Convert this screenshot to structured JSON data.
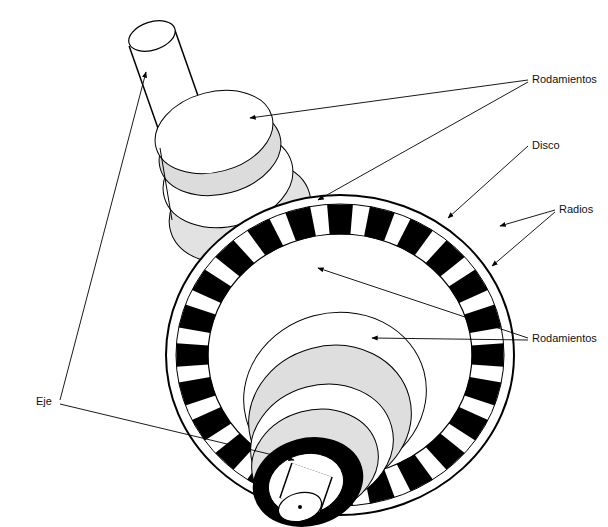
{
  "diagram": {
    "labels": [
      "Rodamientos",
      "Disco",
      "Radios",
      "Eje",
      "Rodamientos"
    ]
  }
}
